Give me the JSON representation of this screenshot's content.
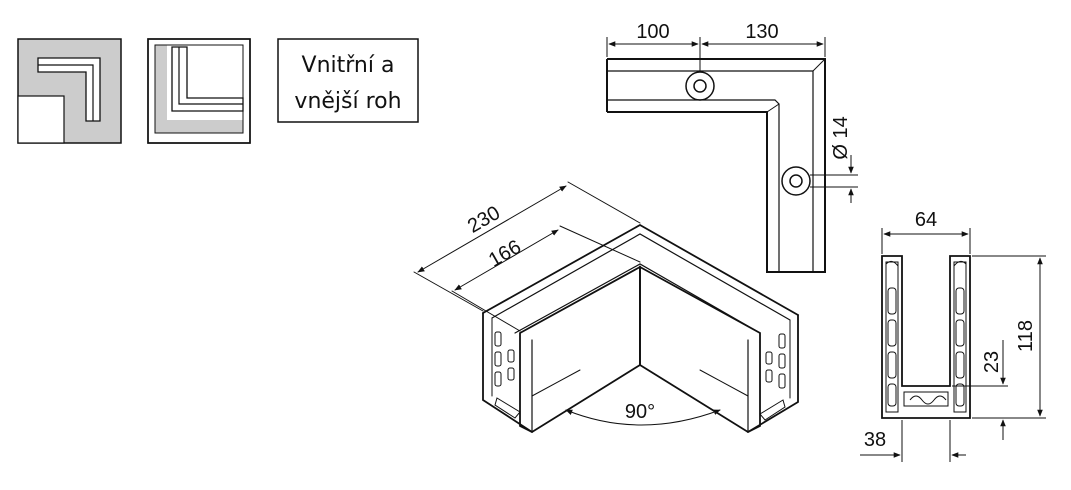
{
  "label_box": {
    "line1": "Vnitřní a",
    "line2": "vnější roh"
  },
  "icons": {
    "inner_corner": "inner-corner-icon",
    "outer_corner": "outer-corner-icon"
  },
  "top_view": {
    "dim_left": "100",
    "dim_right": "130",
    "dim_hole": "Ø 14"
  },
  "iso_view": {
    "dim_outer": "230",
    "dim_inner": "166",
    "angle": "90°"
  },
  "section_view": {
    "dim_width": "64",
    "dim_height": "118",
    "dim_inner": "23",
    "dim_base": "38"
  },
  "colors": {
    "line": "#111111",
    "fill_gray": "#cccccc",
    "background": "#ffffff"
  }
}
